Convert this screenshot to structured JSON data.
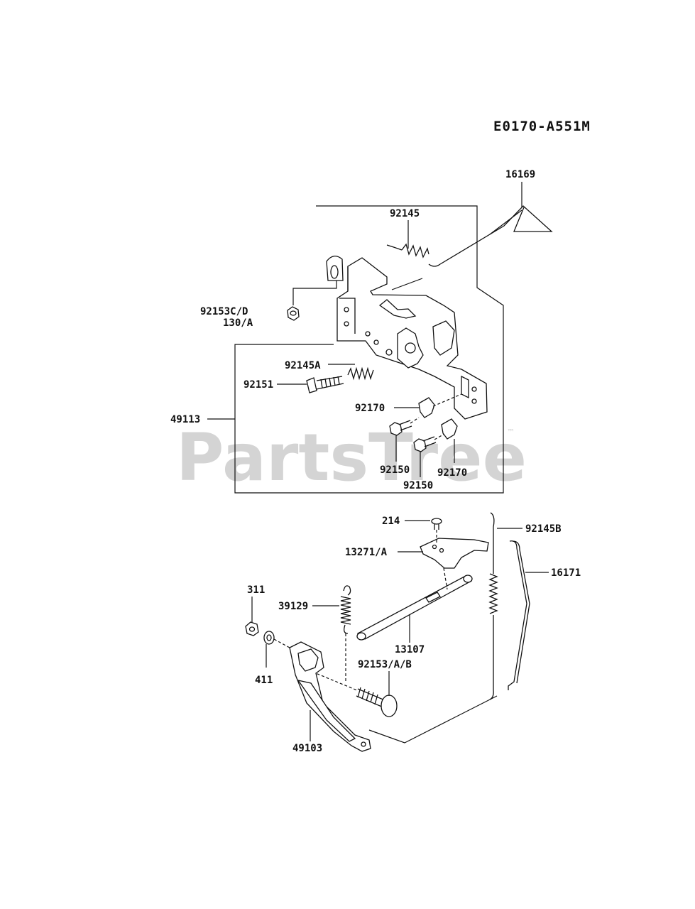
{
  "diagram": {
    "code": "E0170-A551M",
    "watermark": "PartsTree",
    "trademark": "™",
    "labels": {
      "p16169": "16169",
      "p92145": "92145",
      "p92153cd": "92153C/D",
      "p130a": "130/A",
      "p92145a": "92145A",
      "p92151": "92151",
      "p49113": "49113",
      "p92170a": "92170",
      "p92150a": "92150",
      "p92150b": "92150",
      "p92170b": "92170",
      "p214": "214",
      "p92145b": "92145B",
      "p13271a": "13271/A",
      "p16171": "16171",
      "p311": "311",
      "p39129": "39129",
      "p13107": "13107",
      "p92153ab": "92153/A/B",
      "p411": "411",
      "p49103": "49103"
    }
  }
}
